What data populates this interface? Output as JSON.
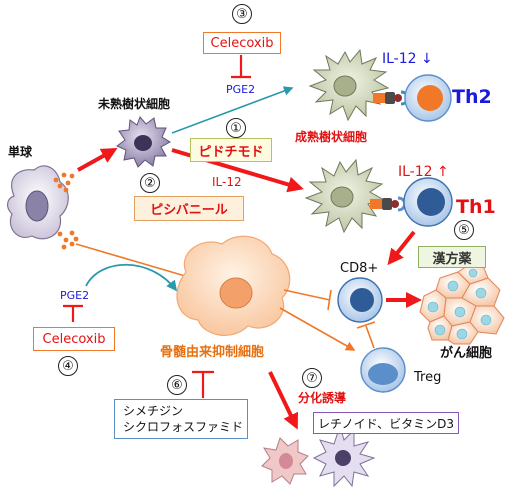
{
  "colors": {
    "red_arrow": "#f01818",
    "orange_arrow": "#f07828",
    "teal_arrow": "#2a99ad",
    "red_text": "#e31212",
    "blue_text": "#1a1add",
    "cell_purple": "#9b8fb0",
    "mdsc_orange": "#f8c49a",
    "tcell_blue": "#5b8fc9",
    "dc_green": "#c9d3a8",
    "cancer_cyan": "#b6ecf2"
  },
  "labels": {
    "monocyte": "単球",
    "immature_dc": "未熟樹状細胞",
    "mature_dc": "成熟樹状細胞",
    "mdsc": "骨髄由来抑制細胞",
    "cancer_cell": "がん細胞",
    "cd8": "CD8+",
    "treg": "Treg",
    "th1": "Th1",
    "th2": "Th2",
    "il12_down": "IL-12 ↓",
    "il12_up": "IL-12 ↑",
    "il12": "IL-12",
    "pge2_top": "PGE2",
    "pge2_left": "PGE2",
    "differentiation": "分化誘導"
  },
  "boxes": {
    "celecoxib_top": "Celecoxib",
    "celecoxib_left": "Celecoxib",
    "pidotimod": "ピドチモド",
    "pixibanil": "ピシバニール",
    "kampo": "漢方薬",
    "cimetidine_line1": "シメチジン",
    "cimetidine_line2": "シクロフォスファミド",
    "retinoid": "レチノイド、ビタミンD3"
  },
  "numbers": {
    "n1": "①",
    "n2": "②",
    "n3": "③",
    "n4": "④",
    "n5": "⑤",
    "n6": "⑥",
    "n7": "⑦"
  }
}
